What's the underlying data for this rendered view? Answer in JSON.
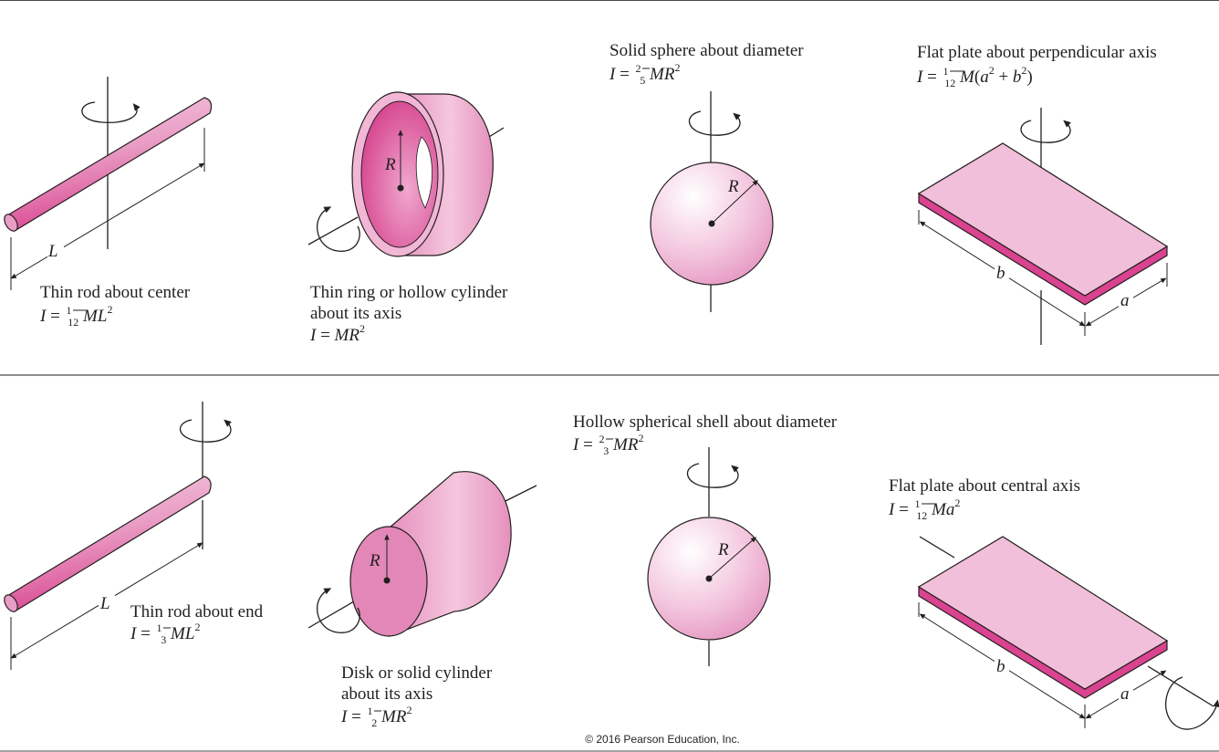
{
  "copyright": "© 2016 Pearson Education, Inc.",
  "colors": {
    "pink_light": "#f3c4dc",
    "pink_mid": "#e690bd",
    "pink_dark": "#d9438f",
    "line": "#231f20",
    "rule": "#4a4a4a"
  },
  "items": [
    {
      "id": "rod-center",
      "title": "Thin rod about center",
      "formula": {
        "lhs": "I",
        "coef_num": "1",
        "coef_den": "12",
        "body": "ML",
        "exp": "2"
      },
      "dims": [
        "L"
      ]
    },
    {
      "id": "ring",
      "title_line1": "Thin ring or hollow cylinder",
      "title_line2": "about its axis",
      "formula": {
        "lhs": "I",
        "body": "MR",
        "exp": "2"
      },
      "dims": [
        "R"
      ]
    },
    {
      "id": "solid-sphere",
      "title": "Solid sphere about diameter",
      "formula": {
        "lhs": "I",
        "coef_num": "2",
        "coef_den": "5",
        "body": "MR",
        "exp": "2"
      },
      "dims": [
        "R"
      ]
    },
    {
      "id": "plate-perp",
      "title": "Flat plate about perpendicular axis",
      "formula": {
        "lhs": "I",
        "coef_num": "1",
        "coef_den": "12",
        "body": "M",
        "paren_a": "a",
        "paren_b": "b",
        "exp": "2"
      },
      "dims": [
        "a",
        "b"
      ]
    },
    {
      "id": "rod-end",
      "title": "Thin rod about end",
      "formula": {
        "lhs": "I",
        "coef_num": "1",
        "coef_den": "3",
        "body": "ML",
        "exp": "2"
      },
      "dims": [
        "L"
      ]
    },
    {
      "id": "disk",
      "title_line1": "Disk or solid cylinder",
      "title_line2": "about its axis",
      "formula": {
        "lhs": "I",
        "coef_num": "1",
        "coef_den": "2",
        "body": "MR",
        "exp": "2"
      },
      "dims": [
        "R"
      ]
    },
    {
      "id": "hollow-sphere",
      "title": "Hollow spherical shell about diameter",
      "formula": {
        "lhs": "I",
        "coef_num": "2",
        "coef_den": "3",
        "body": "MR",
        "exp": "2"
      },
      "dims": [
        "R"
      ]
    },
    {
      "id": "plate-central",
      "title": "Flat plate about central axis",
      "formula": {
        "lhs": "I",
        "coef_num": "1",
        "coef_den": "12",
        "body": "Ma",
        "exp": "2"
      },
      "dims": [
        "a",
        "b"
      ]
    }
  ]
}
